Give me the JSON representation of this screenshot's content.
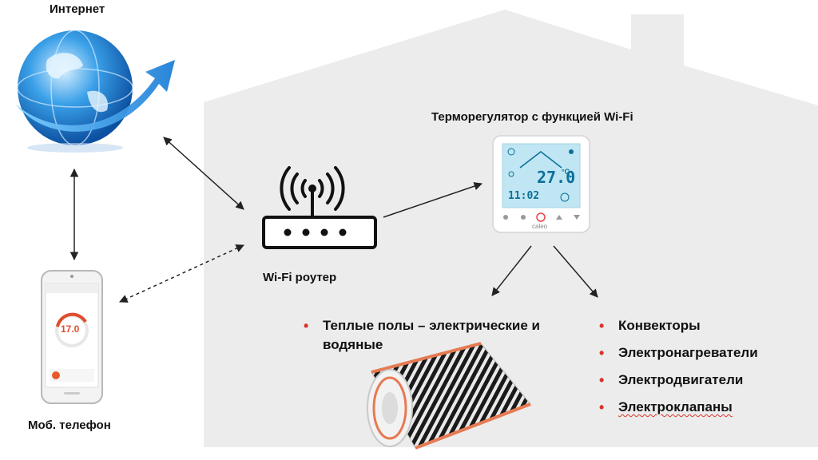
{
  "labels": {
    "internet": "Интернет",
    "thermostat": "Терморегулятор с функцией Wi-Fi",
    "router": "Wi-Fi роутер",
    "phone": "Моб. телефон"
  },
  "thermostat_display": {
    "temp": "27.0",
    "unit": "°C",
    "time": "11:02",
    "brand": "caleo"
  },
  "phone_display": {
    "temp": "17.0"
  },
  "left_list": [
    "Теплые полы – электрические и водяные"
  ],
  "right_list": [
    "Конвекторы",
    "Электронагреватели",
    "Электродвигатели",
    "Электроклапаны"
  ],
  "colors": {
    "house": "#ececec",
    "bullet": "#d9342b",
    "arrow": "#222222"
  }
}
